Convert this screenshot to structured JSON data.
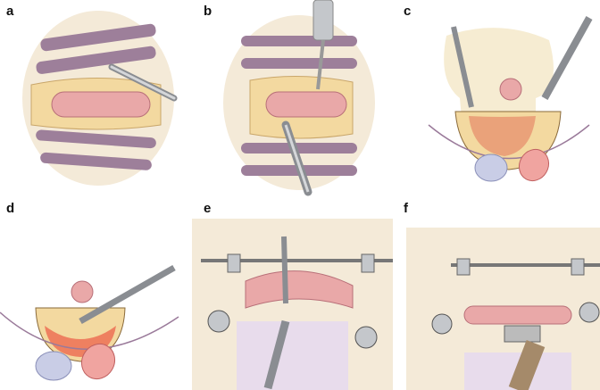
{
  "panels": [
    {
      "label": "a"
    },
    {
      "label": "b"
    },
    {
      "label": "c"
    },
    {
      "label": "d"
    },
    {
      "label": "e"
    },
    {
      "label": "f"
    }
  ],
  "colors": {
    "bone": "#f3d9a0",
    "disc": "#9d7f9a",
    "dura": "#e9a8a8",
    "instrument": "#b9bcc0",
    "organ_blue": "#c9cde6",
    "organ_red": "#f0a4a0",
    "tissue": "#f4f0e8"
  }
}
